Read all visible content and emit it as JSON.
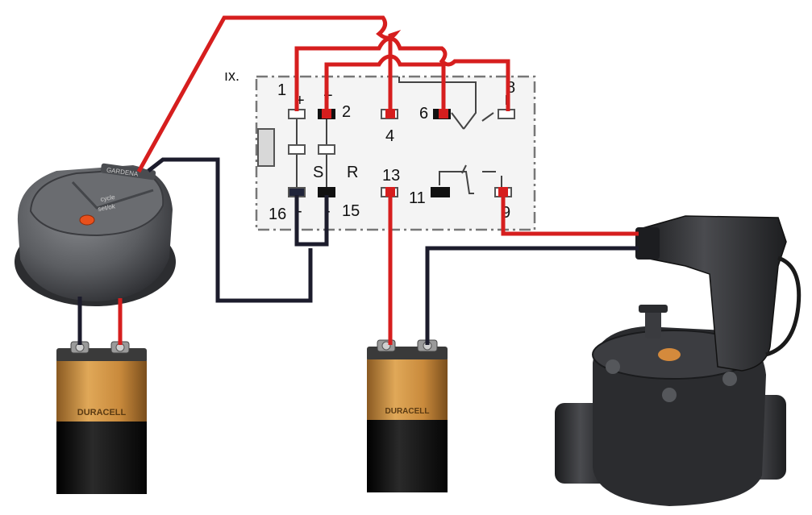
{
  "relay": {
    "header_text": "ıx.",
    "pins": {
      "p1": "1",
      "p2": "2",
      "p4": "4",
      "p6": "6",
      "p8": "8",
      "p13": "13",
      "p11": "11",
      "p9": "9",
      "p16": "16",
      "p15": "15"
    },
    "plus_1": "+",
    "plus_2": "+",
    "minus_16": "-",
    "minus_15": "-",
    "label_s": "S",
    "label_r": "R"
  },
  "controller": {
    "brand_text": "GARDENA",
    "button_labels": [
      "cycle",
      "set/ok"
    ]
  },
  "battery": {
    "label_text": "DURACELL"
  },
  "colors": {
    "positive_wire": "#d61e1e",
    "negative_wire": "#1c1c2c",
    "battery_copper": "#c98a3c",
    "battery_black": "#111111",
    "device_grey": "#5b5d61",
    "valve_dark": "#2e2f32",
    "orange_button": "#e8501c"
  }
}
